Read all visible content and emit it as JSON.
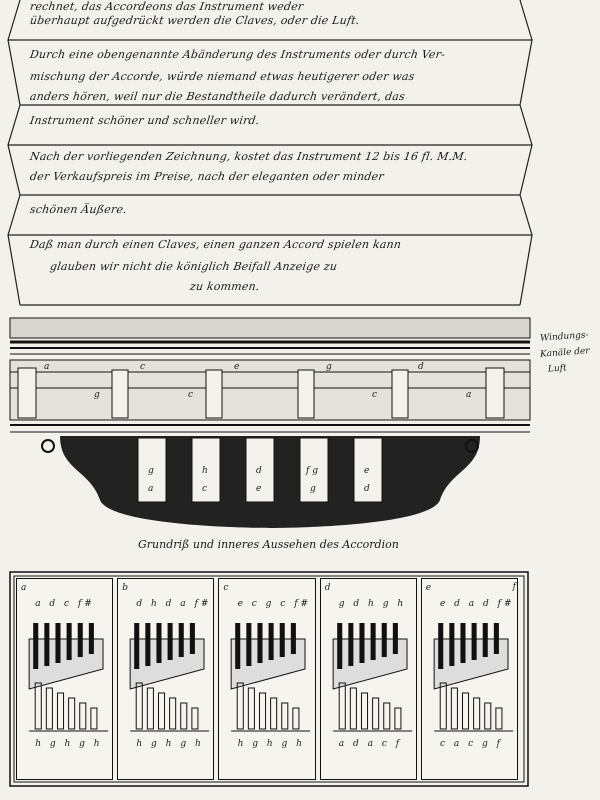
{
  "document": {
    "bellows_lines": [
      "rechnet, das Accordeons das Instrument weder",
      "überhaupt aufgedrückt werden die Claves, oder die Luft.",
      "Durch eine obengenannte Abänderung des Instruments oder durch Ver-",
      "mischung der Accorde, würde niemand etwas heutigerer oder was",
      "anders hören, weil nur die Bestandtheile dadurch verändert, das",
      "Instrument schöner und schneller wird.",
      "Nach der vorliegenden Zeichnung, kostet das Instrument 12 bis 16 fl. M.M.",
      "der Verkaufspreis im Preise, nach der eleganten oder minder",
      "schönen Äußere.",
      "Daß man durch einen Claves, einen ganzen Accord spielen kann",
      "glauben wir nicht die königlich Beifall Anzeige zu",
      "zu kommen."
    ],
    "margin_note": [
      "Windungs-",
      "Kanäle der",
      "Luft"
    ],
    "mech_labels": [
      "a",
      "c",
      "e",
      "g",
      "d",
      "g",
      "c",
      "c",
      "a"
    ],
    "reed_labels": [
      {
        "top": "g",
        "bottom": "a"
      },
      {
        "top": "h",
        "bottom": "c"
      },
      {
        "top": "d",
        "bottom": "e"
      },
      {
        "top": "f g",
        "bottom": "g"
      },
      {
        "top": "e",
        "bottom": "d"
      }
    ],
    "caption": "Grundriß und inneres Aussehen des Accordion",
    "panel_letters": [
      "a",
      "b",
      "c",
      "d",
      "e",
      "f"
    ],
    "panel_top_keys": [
      "a d c f#",
      "d h d a f#",
      "e c g c f#",
      "g d h g h",
      "e d a d f#"
    ],
    "panel_bottom_keys": [
      "h g h g h",
      "h g h g h",
      "h g h g h",
      "a d a c f",
      "c a c g f"
    ]
  }
}
